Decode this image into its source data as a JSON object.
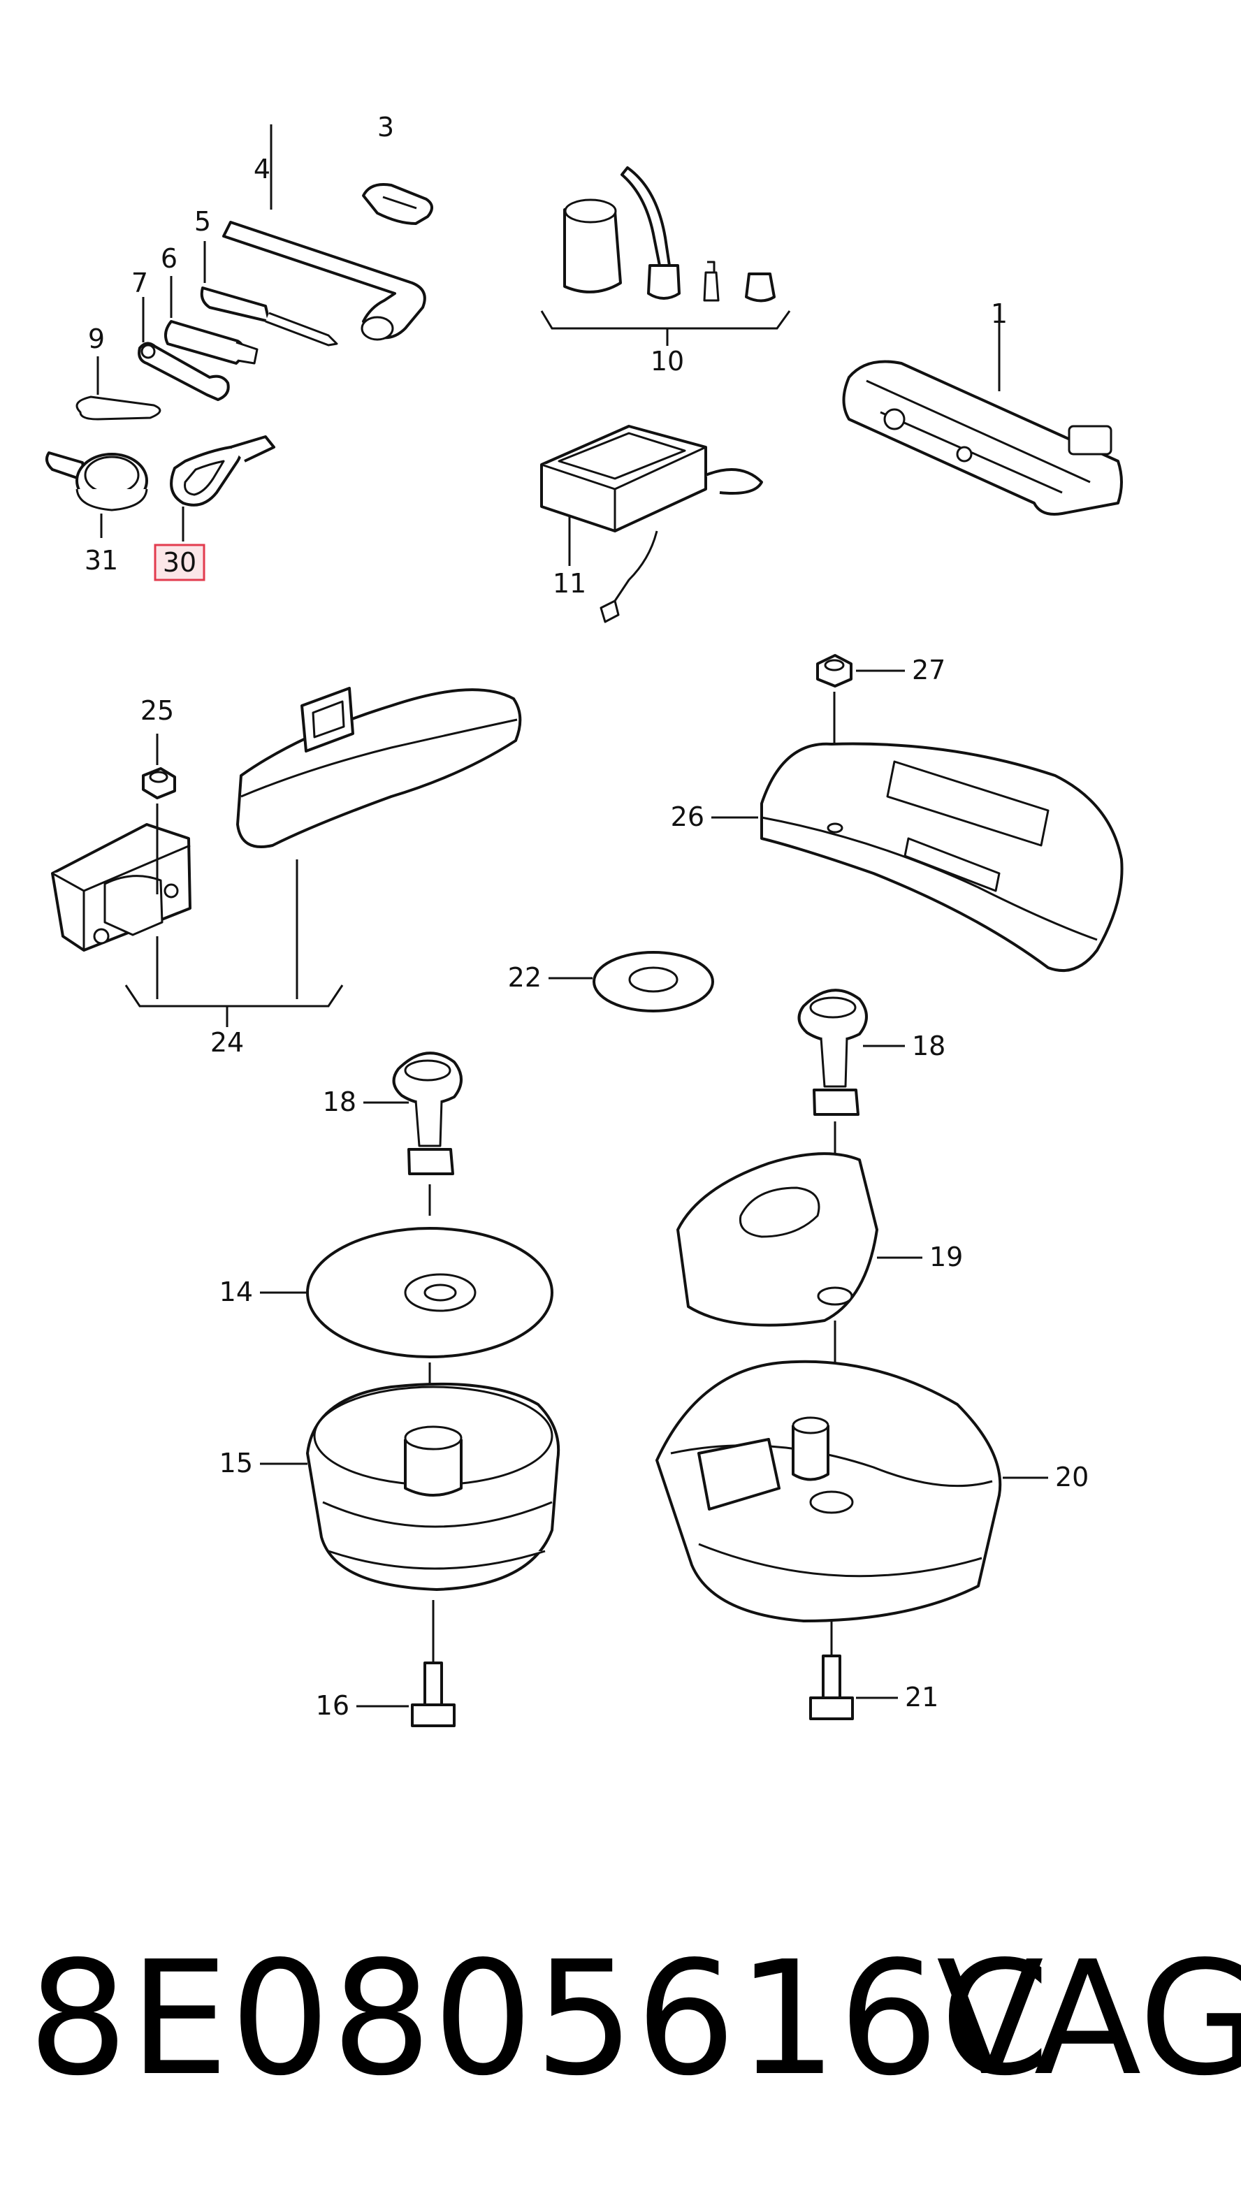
{
  "labels": {
    "l1": "1",
    "l3": "3",
    "l4": "4",
    "l5": "5",
    "l6": "6",
    "l7": "7",
    "l9": "9",
    "l10": "10",
    "l11": "11",
    "l14": "14",
    "l15": "15",
    "l16": "16",
    "l18a": "18",
    "l18b": "18",
    "l19": "19",
    "l20": "20",
    "l21": "21",
    "l22": "22",
    "l24": "24",
    "l25": "25",
    "l26": "26",
    "l27": "27",
    "l30": "30",
    "l31": "31"
  },
  "highlight_color": "#e23b4e",
  "footer": {
    "part_number": "8E0805616C",
    "brand": "VAG"
  }
}
